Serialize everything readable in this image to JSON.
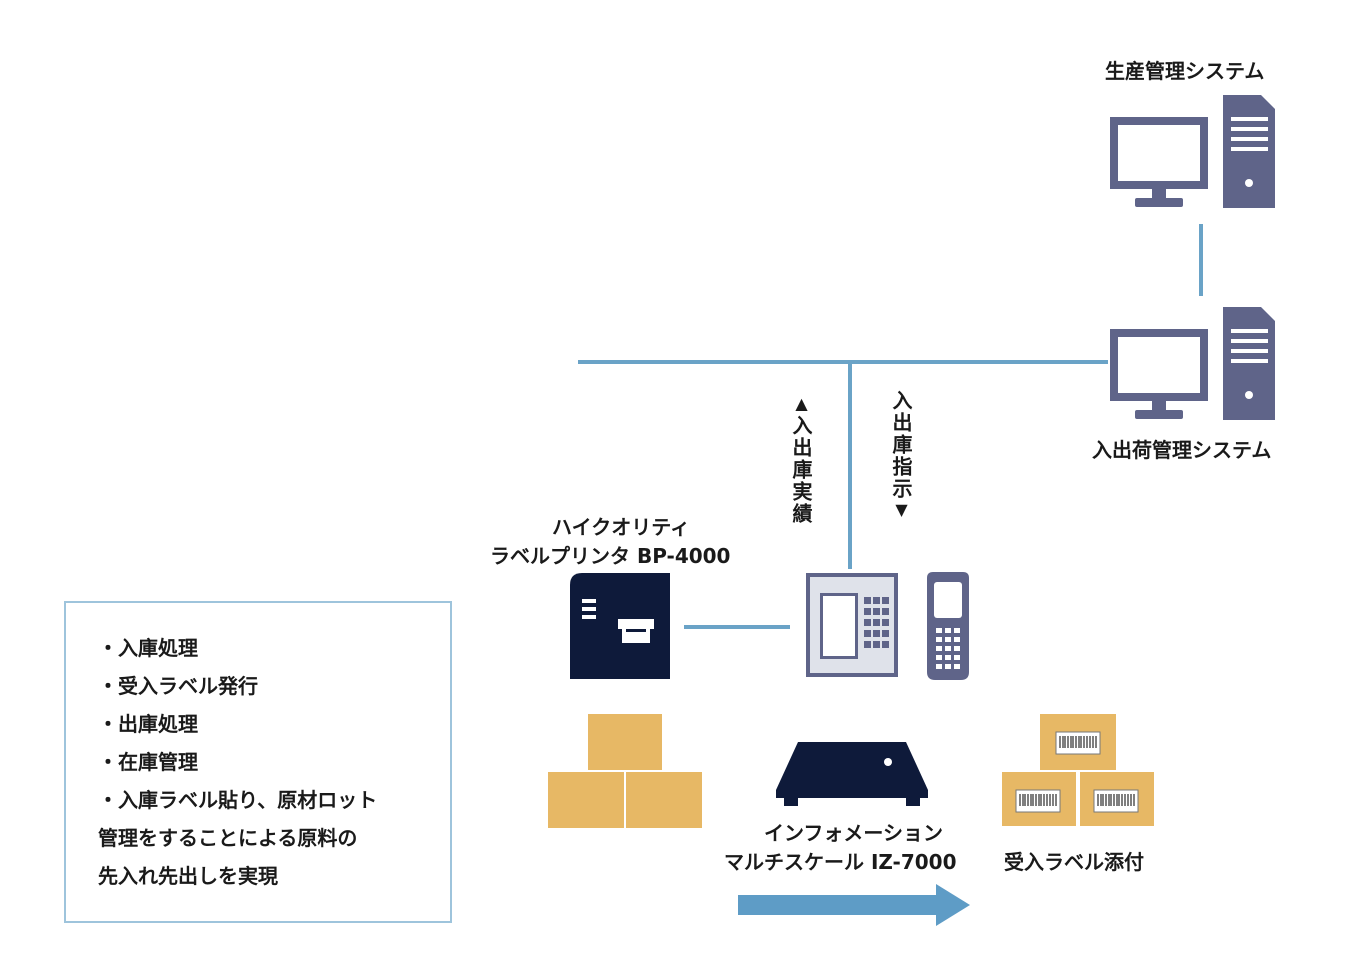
{
  "colors": {
    "line": "#6aa3c7",
    "device": "#5f6489",
    "screen": "#ffffff",
    "printer": "#0e1a3a",
    "box": "#e7b865",
    "arrow": "#5e9cc6"
  },
  "labels": {
    "production_system": "生産管理システム",
    "shipping_system": "入出荷管理システム",
    "printer_line1": "ハイクオリティ",
    "printer_line2": "ラベルプリンタ BP-4000",
    "scale_line1": "インフォメーション",
    "scale_line2": "マルチスケール IZ-7000",
    "receiving_label": "受入ラベル添付",
    "inout_result": "入出庫実績",
    "inout_instruction": "入出庫指示"
  },
  "features": [
    "・入庫処理",
    "・受入ラベル発行",
    "・出庫処理",
    "・在庫管理",
    "・入庫ラベル貼り、原材ロット",
    "管理をすることによる原料の",
    "先入れ先出しを実現"
  ],
  "icons": {
    "up_triangle": "▲",
    "down_triangle": "▼"
  }
}
